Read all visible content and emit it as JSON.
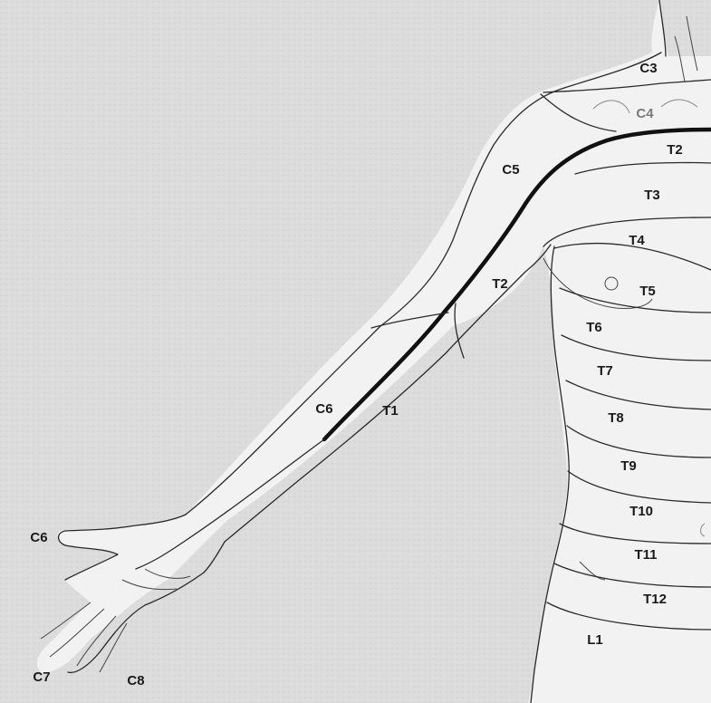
{
  "labels": {
    "c3": "C3",
    "c4": "C4",
    "t2_chest": "T2",
    "c5": "C5",
    "t3": "T3",
    "t4": "T4",
    "t2_arm": "T2",
    "t5": "T5",
    "t6": "T6",
    "t7": "T7",
    "t8": "T8",
    "c6_arm": "C6",
    "t1": "T1",
    "t9": "T9",
    "t10": "T10",
    "t11": "T11",
    "t12": "T12",
    "l1": "L1",
    "c6_thumb": "C6",
    "c7": "C7",
    "c8": "C8"
  },
  "colors": {
    "background": "#dcdcdc",
    "body_fill": "#f2f2f2",
    "outline": "#2a2a2a",
    "axial_line": "#111111"
  }
}
